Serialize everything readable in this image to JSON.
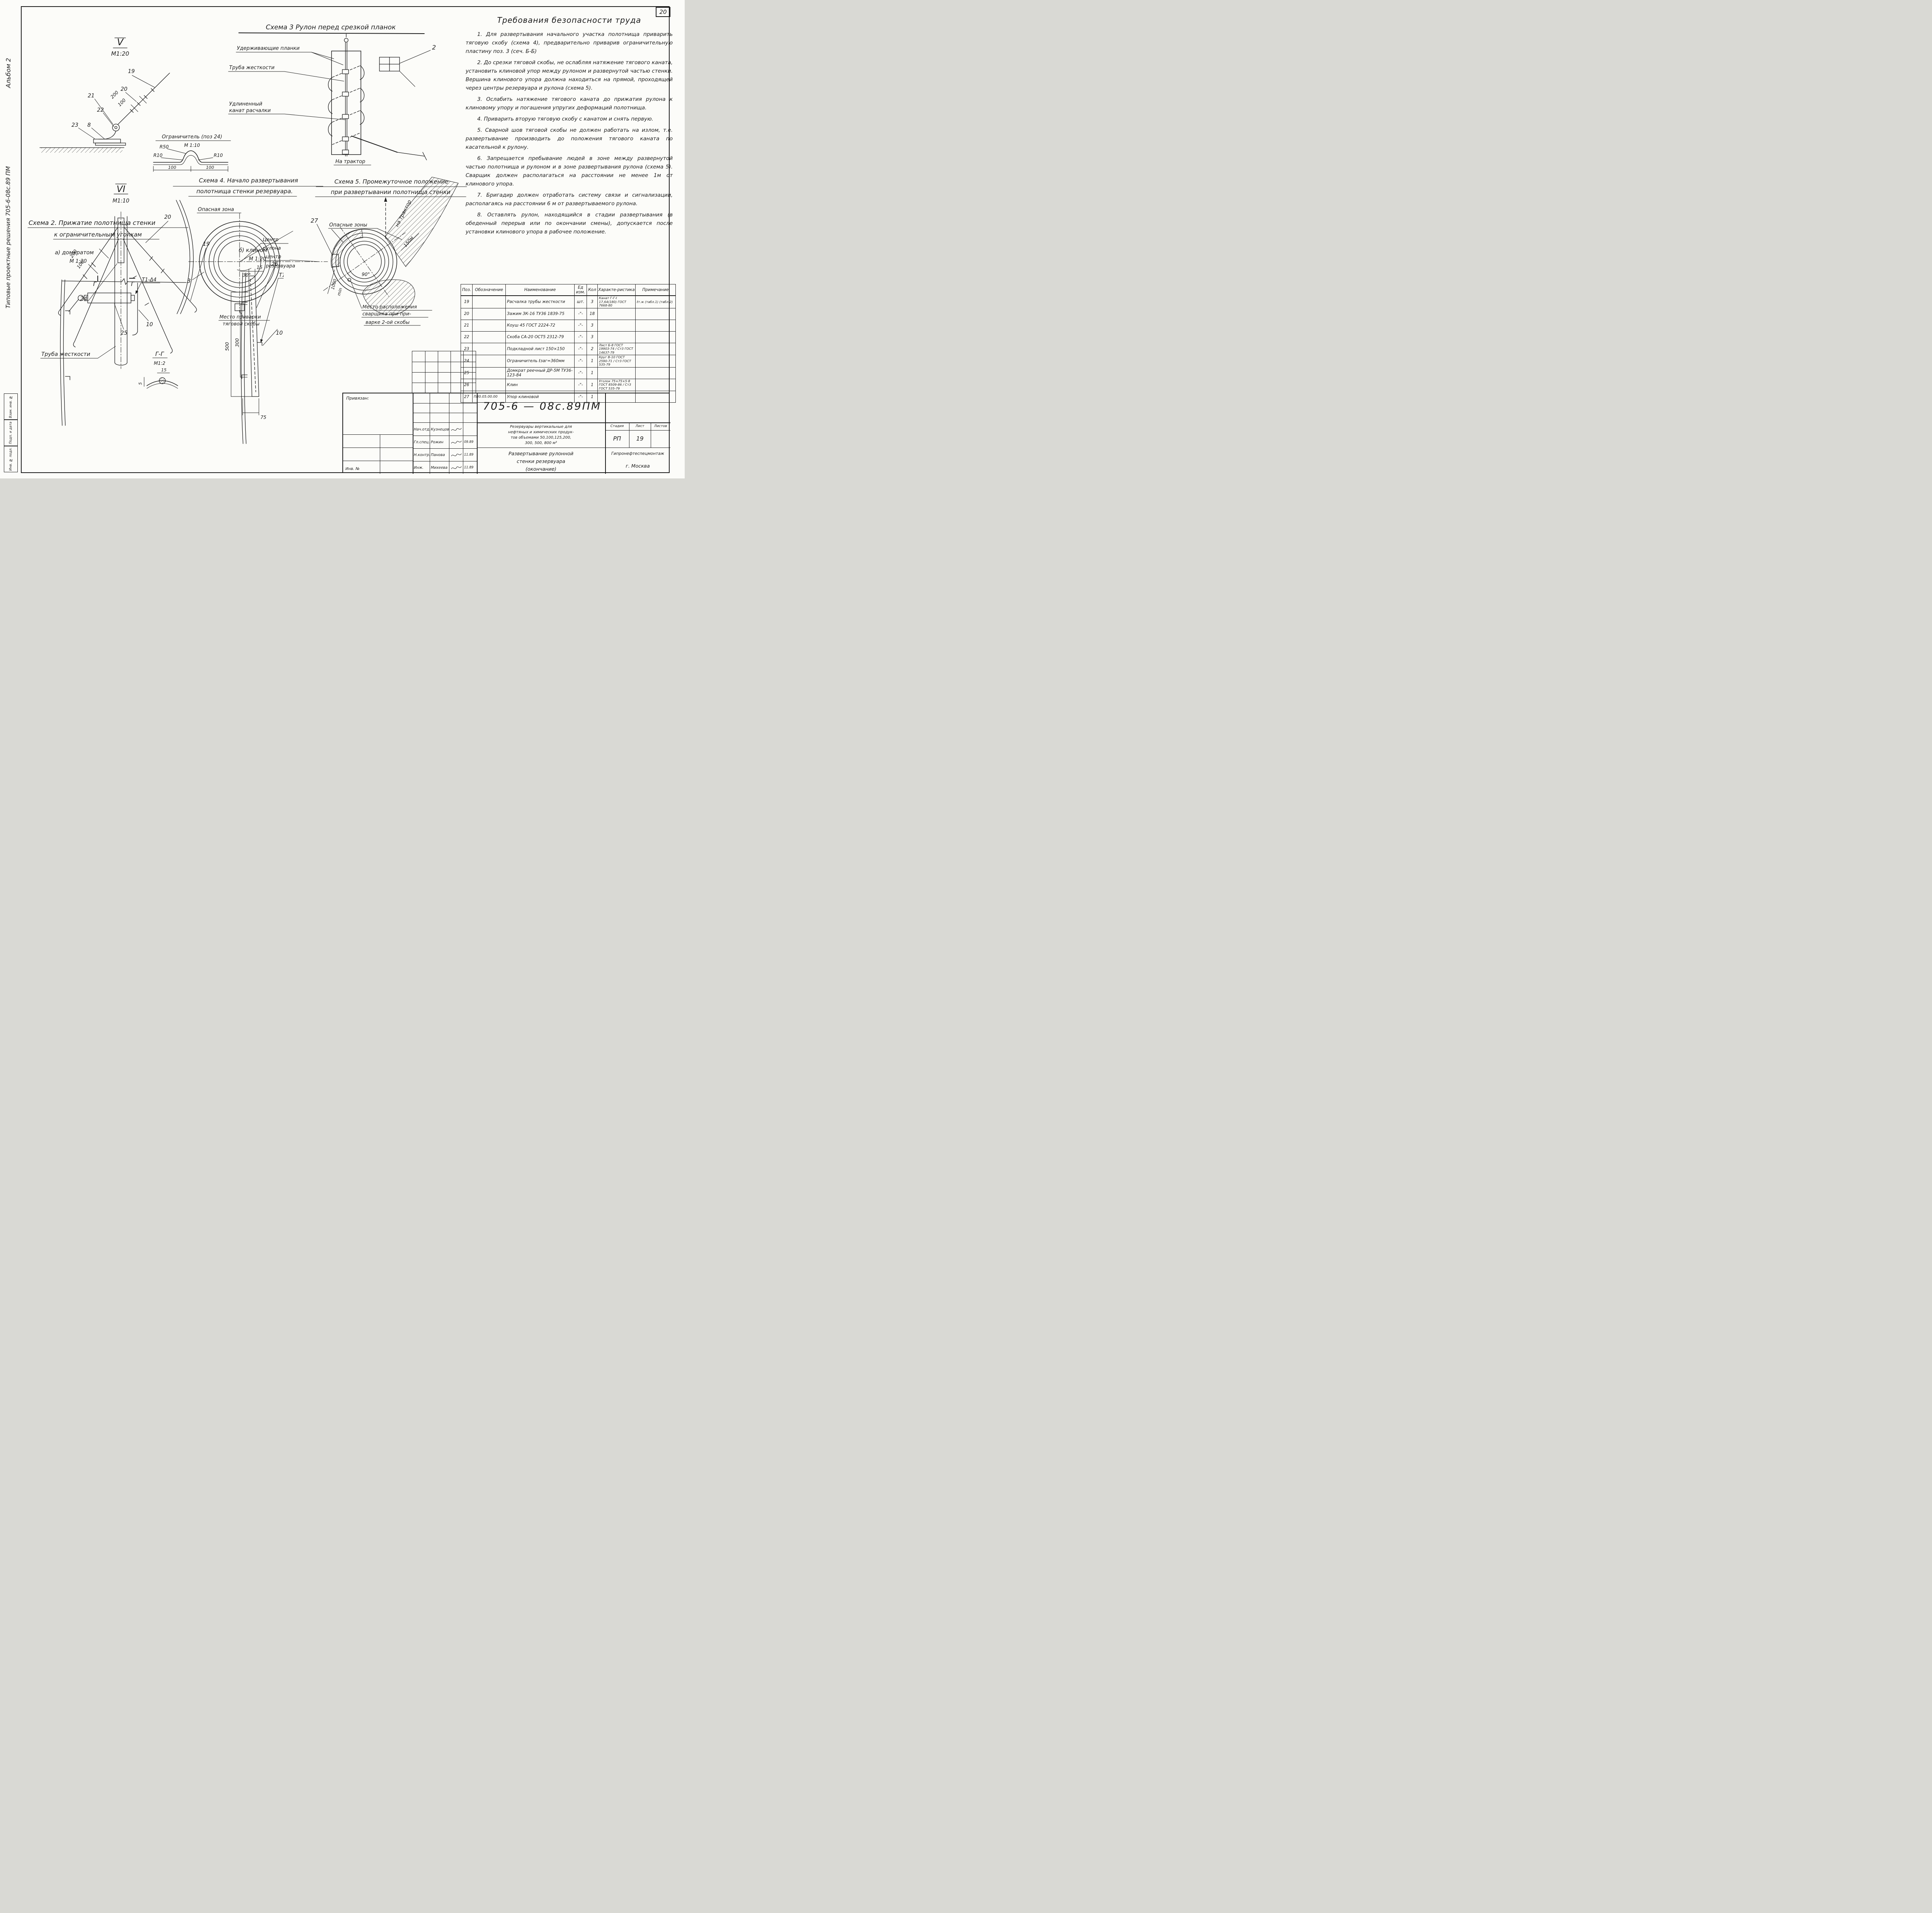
{
  "page_number": "20",
  "margin": {
    "album": "Альбом 2",
    "series": "Типовые проектные решения 705-6-08с.89 ПМ",
    "stamps": [
      "Взам. инв. №",
      "Подп. и дата",
      "Инв. № подл."
    ]
  },
  "safety": {
    "title": "Требования безопасности труда",
    "paragraphs": [
      "1. Для развертывания начального участка полотнища приварить тяговую скобу (схема 4), предварительно приварив ограничительную пластину поз. 3 (сеч. Б-Б)",
      "2. До срезки тяговой скобы, не ослабляя натяжение тягового каната, установить клиновой упор между рулоном и развернутой частью стенки. Вершина клинового упора должна находиться на прямой, проходящей через центры резервуара и рулона (схема 5).",
      "3. Ослабить натяжение тягового каната до прижатия рулона к клиновому упору и погашения упругих деформаций полотнища.",
      "4. Приварить вторую тяговую скобу с канатом и снять первую.",
      "5. Сварной шов тяговой скобы не должен работать на излом, т.е. развертывание производить до положения тягового каната по касательной к рулону.",
      "6. Запрещается пребывание людей в зоне между развернутой частью полотнища и рулоном и в зоне развертывания рулона (схема 5). Сварщик должен располагаться на расстоянии не менее 1м от клинового упора.",
      "7. Бригадир должен отработать систему связи и сигнализации, располагаясь на расстоянии 6 м от развертываемого рулона.",
      "8. Оставлять рулон, находящийся в стадии развертывания (в обеденный перерыв или по окончании смены), допускается после установки клинового упора в рабочее положение."
    ]
  },
  "view_v": {
    "title": "V",
    "scale": "М1:20",
    "c19": "19",
    "c20": "20",
    "c21": "21",
    "c22": "22",
    "c23": "23",
    "c8": "8",
    "d200": "200",
    "d100": "100"
  },
  "limiter": {
    "title": "Ограничитель (поз 24)",
    "scale": "М 1:10",
    "r50": "R50",
    "r10l": "R10",
    "r10r": "R10",
    "d100a": "100",
    "d100b": "100"
  },
  "schema3": {
    "title": "Схема 3   Рулон перед срезкой планок",
    "planki": "Удерживающие планки",
    "pipe": "Труба жесткости",
    "rope1": "Удлиненный",
    "rope2": "канат расчалки",
    "tractor": "На трактор",
    "c2": "2"
  },
  "view_vi": {
    "title": "VI",
    "scale": "М1:10",
    "c20": "20",
    "c19": "19",
    "c24": "24",
    "d200": "200",
    "d100": "100",
    "pipe": "Труба жесткости",
    "g1": "Г",
    "g2": "Г",
    "sec": "Г-Г",
    "sec_scale": "М1:2",
    "d15": "15",
    "d5": "5"
  },
  "schema4": {
    "title1": "Схема 4. Начало развертывания",
    "title2": "полотнища стенки резервуара.",
    "danger": "Опасная зона",
    "center_a": "Центр",
    "center_b": "рулона",
    "center_c": "центр",
    "center_d": "резервуара",
    "angle": "30°",
    "weld1": "Место приварки",
    "weld2": "тяговой скобы",
    "callout3": "3"
  },
  "schema5": {
    "title1": "Схема 5. Промежуточное положение",
    "title2": "при развертывании полотнища стенки",
    "c27": "27",
    "danger": "Опасные зоны",
    "tractor": "на трактор",
    "d150": "150м",
    "angle": "90°",
    "d1000": "1000",
    "dmin": "min",
    "w1": "Место расположения",
    "w2": "сварщика при при-",
    "w3": "варке 2-ой скобы"
  },
  "schema2": {
    "title1": "Схема 2. Прижатие полотнища стенки",
    "title2": "к ограничительным уголкам",
    "a_label": "а) домкратом",
    "a_scale": "М 1:20",
    "b_label": "б) клином",
    "b_scale": "М 1:20",
    "c25": "25",
    "c10a": "10",
    "c26": "26",
    "c10b": "10",
    "weld": "Т1-Δ4",
    "d15": "15",
    "d500": "500",
    "d300": "300",
    "d75": "75"
  },
  "parts_table": {
    "headers": [
      "Поз.",
      "Обозначение",
      "Наименование",
      "Ед изм.",
      "Кол",
      "Характе-ристика",
      "Примечание"
    ],
    "rows": [
      [
        "19",
        "",
        "Расчалка трубы жесткости",
        "шт.",
        "3",
        "Канат Г-Г-I 17,64(180) ГОСТ 7668-80",
        "ℓт.ж (табл.1) (табл.2)"
      ],
      [
        "20",
        "",
        "Зажим ЗК-16 ТУ36 1839-75",
        "-\"-",
        "18",
        "",
        ""
      ],
      [
        "21",
        "",
        "Коуш 45 ГОСТ 2224-72",
        "-\"-",
        "3",
        "",
        ""
      ],
      [
        "22",
        "",
        "Скоба СА-20 ОСТ5 2312-79",
        "-\"-",
        "3",
        "",
        ""
      ],
      [
        "23",
        "",
        "Подкладной лист 150×150",
        "-\"-",
        "2",
        "Лист Б-8 ГОСТ 19903-74 / Ст3 ГОСТ 14637-79",
        ""
      ],
      [
        "24",
        "",
        "Ограничитель ℓзаг=360мм",
        "-\"-",
        "1",
        "Круг В-10 ГОСТ 2590-71 / Ст3 ГОСТ 535-79",
        ""
      ],
      [
        "25",
        "",
        "Домкрат реечный ДР-5М ТУ36-123-84",
        "-\"-",
        "1",
        "",
        ""
      ],
      [
        "26",
        "",
        "Клин",
        "-\"-",
        "1",
        "Уголок 75×75×5·8 ГОСТ 8509-86 / Ст3 ГОСТ 535-79",
        ""
      ],
      [
        "27",
        "ПВ0.05.00.00",
        "Упор клиновой",
        "-\"-",
        "1",
        "",
        ""
      ]
    ]
  },
  "title_block": {
    "attached_label": "Привязан:",
    "inv_label": "Инв. №",
    "doc_number": "705-6 — 08с.89ПМ",
    "signatures": [
      {
        "role": "Нач.отд.",
        "name": "Кузнецов",
        "date": ""
      },
      {
        "role": "Гл.спец.",
        "name": "Рожин",
        "date": "09.89"
      },
      {
        "role": "Н.контр.",
        "name": "Панова",
        "date": "11.89"
      },
      {
        "role": "Инж.",
        "name": "Михеева",
        "date": "11.89"
      }
    ],
    "description_lines": [
      "Резервуары вертикальные для",
      "нефтяных и химических продук-",
      "тов объемами 50,100,125,200,",
      "300, 500, 800 м³"
    ],
    "subject_lines": [
      "Развертывание рулонной",
      "стенки резервуара",
      "(окончание)"
    ],
    "stage_header": [
      "Стадия",
      "Лист",
      "Листов"
    ],
    "stage": "РП",
    "sheet": "19",
    "sheets": "",
    "organization": "Гипронефтеспецмонтаж",
    "city": "г. Москва"
  }
}
